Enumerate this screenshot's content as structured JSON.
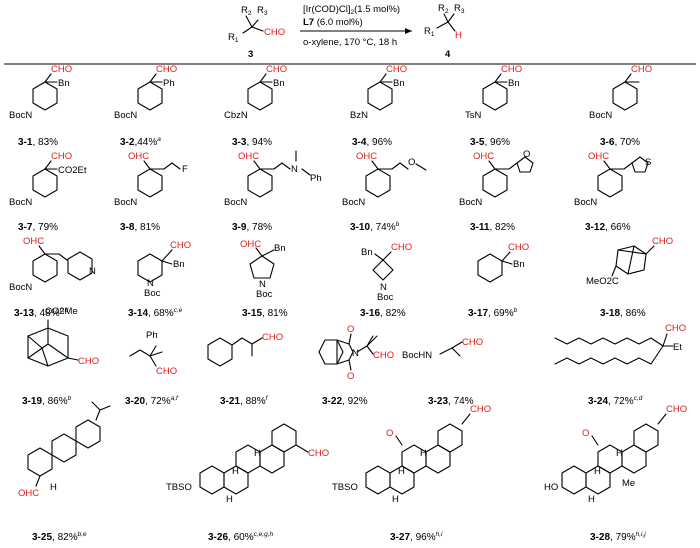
{
  "reaction": {
    "start_label": "3",
    "product_label": "4",
    "catalyst": "[Ir(COD)Cl]",
    "catalyst_sub": "2",
    "catalyst_loading": "(1.5 mol%)",
    "ligand": "L7",
    "ligand_loading": "(6.0 mol%)",
    "conditions": "o-xylene, 170 °C, 18 h",
    "R1": "R",
    "R2": "R",
    "R3": "R",
    "sub1": "1",
    "sub2": "2",
    "sub3": "3",
    "cho": "CHO",
    "h": "H"
  },
  "atoms": {
    "cho": "CHO",
    "ohc": "OHC",
    "boc_n": "BocN",
    "n": "N",
    "boc": "Boc",
    "bn": "Bn",
    "ph": "Ph",
    "cbzn": "CbzN",
    "bzn": "BzN",
    "tsn": "TsN",
    "co2et": "CO2Et",
    "f": "F",
    "o": "O",
    "s": "S",
    "meo2c": "MeO2C",
    "co2me": "CO2Me",
    "bochn": "BocHN",
    "et": "Et",
    "tbso": "TBSO",
    "ho": "HO",
    "me": "Me",
    "h": "H"
  },
  "compounds": [
    {
      "id": "3-1",
      "yield": ", 83%",
      "note": ""
    },
    {
      "id": "3-2",
      "yield": ",44%",
      "note": "a"
    },
    {
      "id": "3-3",
      "yield": ", 94%",
      "note": ""
    },
    {
      "id": "3-4",
      "yield": ", 96%",
      "note": ""
    },
    {
      "id": "3-5",
      "yield": ", 96%",
      "note": ""
    },
    {
      "id": "3-6",
      "yield": ", 70%",
      "note": ""
    },
    {
      "id": "3-7",
      "yield": ", 79%",
      "note": ""
    },
    {
      "id": "3-8",
      "yield": ", 81%",
      "note": ""
    },
    {
      "id": "3-9",
      "yield": ", 78%",
      "note": ""
    },
    {
      "id": "3-10",
      "yield": ", 74%",
      "note": "b"
    },
    {
      "id": "3-11",
      "yield": ", 82%",
      "note": ""
    },
    {
      "id": "3-12",
      "yield": ", 66%",
      "note": ""
    },
    {
      "id": "3-13",
      "yield": ", 48%",
      "note": "c,d"
    },
    {
      "id": "3-14",
      "yield": ", 68%",
      "note": "c,e"
    },
    {
      "id": "3-15",
      "yield": ", 81%",
      "note": ""
    },
    {
      "id": "3-16",
      "yield": ", 82%",
      "note": ""
    },
    {
      "id": "3-17",
      "yield": ", 69%",
      "note": "b"
    },
    {
      "id": "3-18",
      "yield": ", 86%",
      "note": ""
    },
    {
      "id": "3-19",
      "yield": ", 86%",
      "note": "b"
    },
    {
      "id": "3-20",
      "yield": ", 72%",
      "note": "a,f"
    },
    {
      "id": "3-21",
      "yield": ", 88%",
      "note": "f"
    },
    {
      "id": "3-22",
      "yield": ", 92%",
      "note": ""
    },
    {
      "id": "3-23",
      "yield": ", 74%",
      "note": ""
    },
    {
      "id": "3-24",
      "yield": ", 72%",
      "note": "c,d"
    },
    {
      "id": "3-25",
      "yield": ", 82%",
      "note": "b,e"
    },
    {
      "id": "3-26",
      "yield": ", 60%",
      "note": "c,e,g,h"
    },
    {
      "id": "3-27",
      "yield": ", 96%",
      "note": "h,i"
    },
    {
      "id": "3-28",
      "yield": ", 79%",
      "note": "h,i,j"
    }
  ],
  "colors": {
    "highlight": "#e0201b",
    "text": "#000000"
  }
}
